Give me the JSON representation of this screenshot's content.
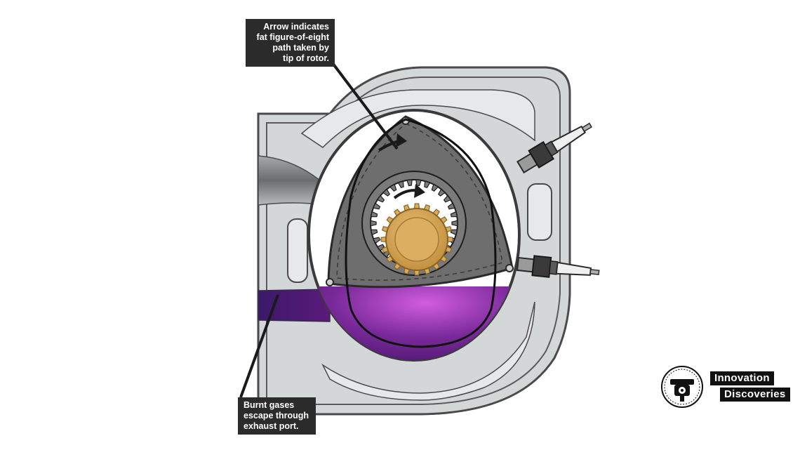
{
  "callouts": {
    "rotor_path": [
      "Arrow indicates",
      "fat figure-of-eight",
      "path taken by",
      "tip of rotor."
    ],
    "exhaust": [
      "Burnt gases",
      "escape through",
      "exhaust port."
    ]
  },
  "brand": {
    "line1": "Innovation",
    "line2": "Discoveries"
  },
  "colors": {
    "housing": "#d4d7d8",
    "housing_outline": "#4a4a4a",
    "rotor": "#6e6e6e",
    "gear": "#d9ab5e",
    "exhaust_gas": "#5b1a7a",
    "callout_bg": "#2b2b2b"
  },
  "icons": [
    "spark-plug-icon",
    "gear-icon",
    "rotation-arrow-icon",
    "brand-logo-icon"
  ]
}
